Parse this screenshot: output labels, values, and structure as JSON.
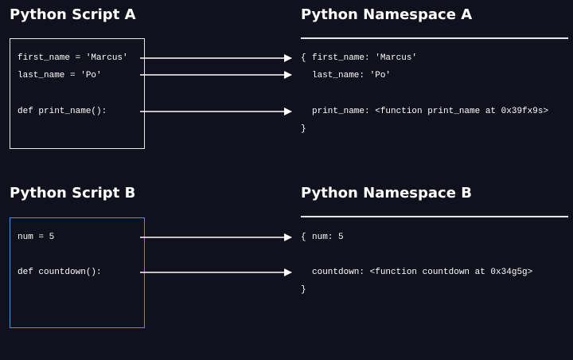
{
  "colors": {
    "background": "#10111c",
    "text": "#ffffff",
    "box_a_border": "#e8e8ec",
    "box_b_border": "#4d93cc",
    "divider": "#e8e8ec"
  },
  "sections": [
    {
      "script_title": "Python Script A",
      "namespace_title": "Python Namespace A",
      "script_lines": [
        "first_name = 'Marcus'",
        "last_name = 'Po'",
        "def print_name():"
      ],
      "namespace_open": "{",
      "namespace_entries": [
        "first_name: 'Marcus'",
        "last_name: 'Po'",
        "print_name: <function print_name at 0x39fx9s>"
      ],
      "namespace_close": "}"
    },
    {
      "script_title": "Python Script B",
      "namespace_title": "Python Namespace B",
      "script_lines": [
        "num = 5",
        "def countdown():"
      ],
      "namespace_open": "{",
      "namespace_entries": [
        "num: 5",
        "countdown: <function countdown at 0x34g5g>"
      ],
      "namespace_close": "}"
    }
  ]
}
